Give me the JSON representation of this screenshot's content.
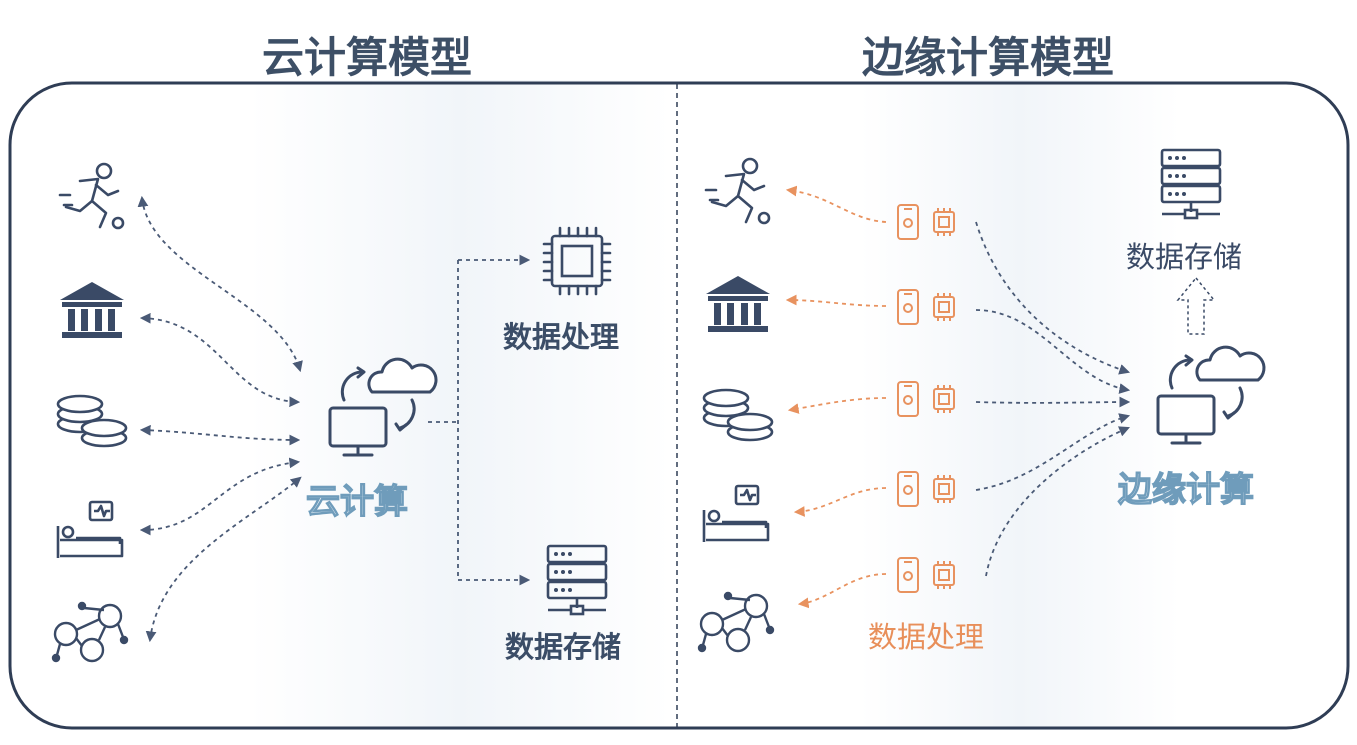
{
  "titles": {
    "cloud_model": "云计算模型",
    "edge_model": "边缘计算模型"
  },
  "cloud_side": {
    "center_label": "云计算",
    "processing_label": "数据处理",
    "storage_label": "数据存储"
  },
  "edge_side": {
    "center_label": "边缘计算",
    "storage_label": "数据存储",
    "processing_label": "数据处理"
  },
  "sources": [
    {
      "icon": "runner-icon"
    },
    {
      "icon": "bank-icon"
    },
    {
      "icon": "coins-icon"
    },
    {
      "icon": "hospital-bed-icon"
    },
    {
      "icon": "network-people-icon"
    }
  ],
  "colors": {
    "navy": "#3a4a66",
    "orange": "#e8925f",
    "frame": "#2f3d55",
    "cloud_label_stroke": "#6f9cbb"
  }
}
